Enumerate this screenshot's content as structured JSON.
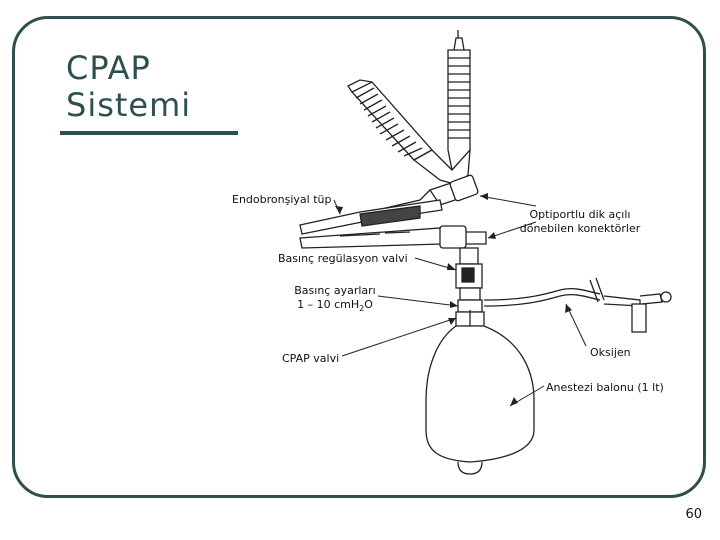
{
  "slide": {
    "title_line1": "CPAP",
    "title_line2": "Sistemi",
    "page_number": "60",
    "accent_color": "#2f4f4f"
  },
  "labels": {
    "endobronchial_tube": "Endobronşiyal tüp",
    "optiport_line1": "Optiportlu dik açılı",
    "optiport_line2": "dönebilen konektörler",
    "pressure_valve": "Basınç regülasyon valvi",
    "pressure_settings_line1": "Basınç ayarları",
    "pressure_settings_line2": "1 – 10 cmH",
    "pressure_settings_sub": "2",
    "pressure_settings_tail": "O",
    "cpap_valve": "CPAP valvi",
    "oxygen": "Oksijen",
    "anesthesia_bag": "Anestezi balonu (1 lt)"
  }
}
